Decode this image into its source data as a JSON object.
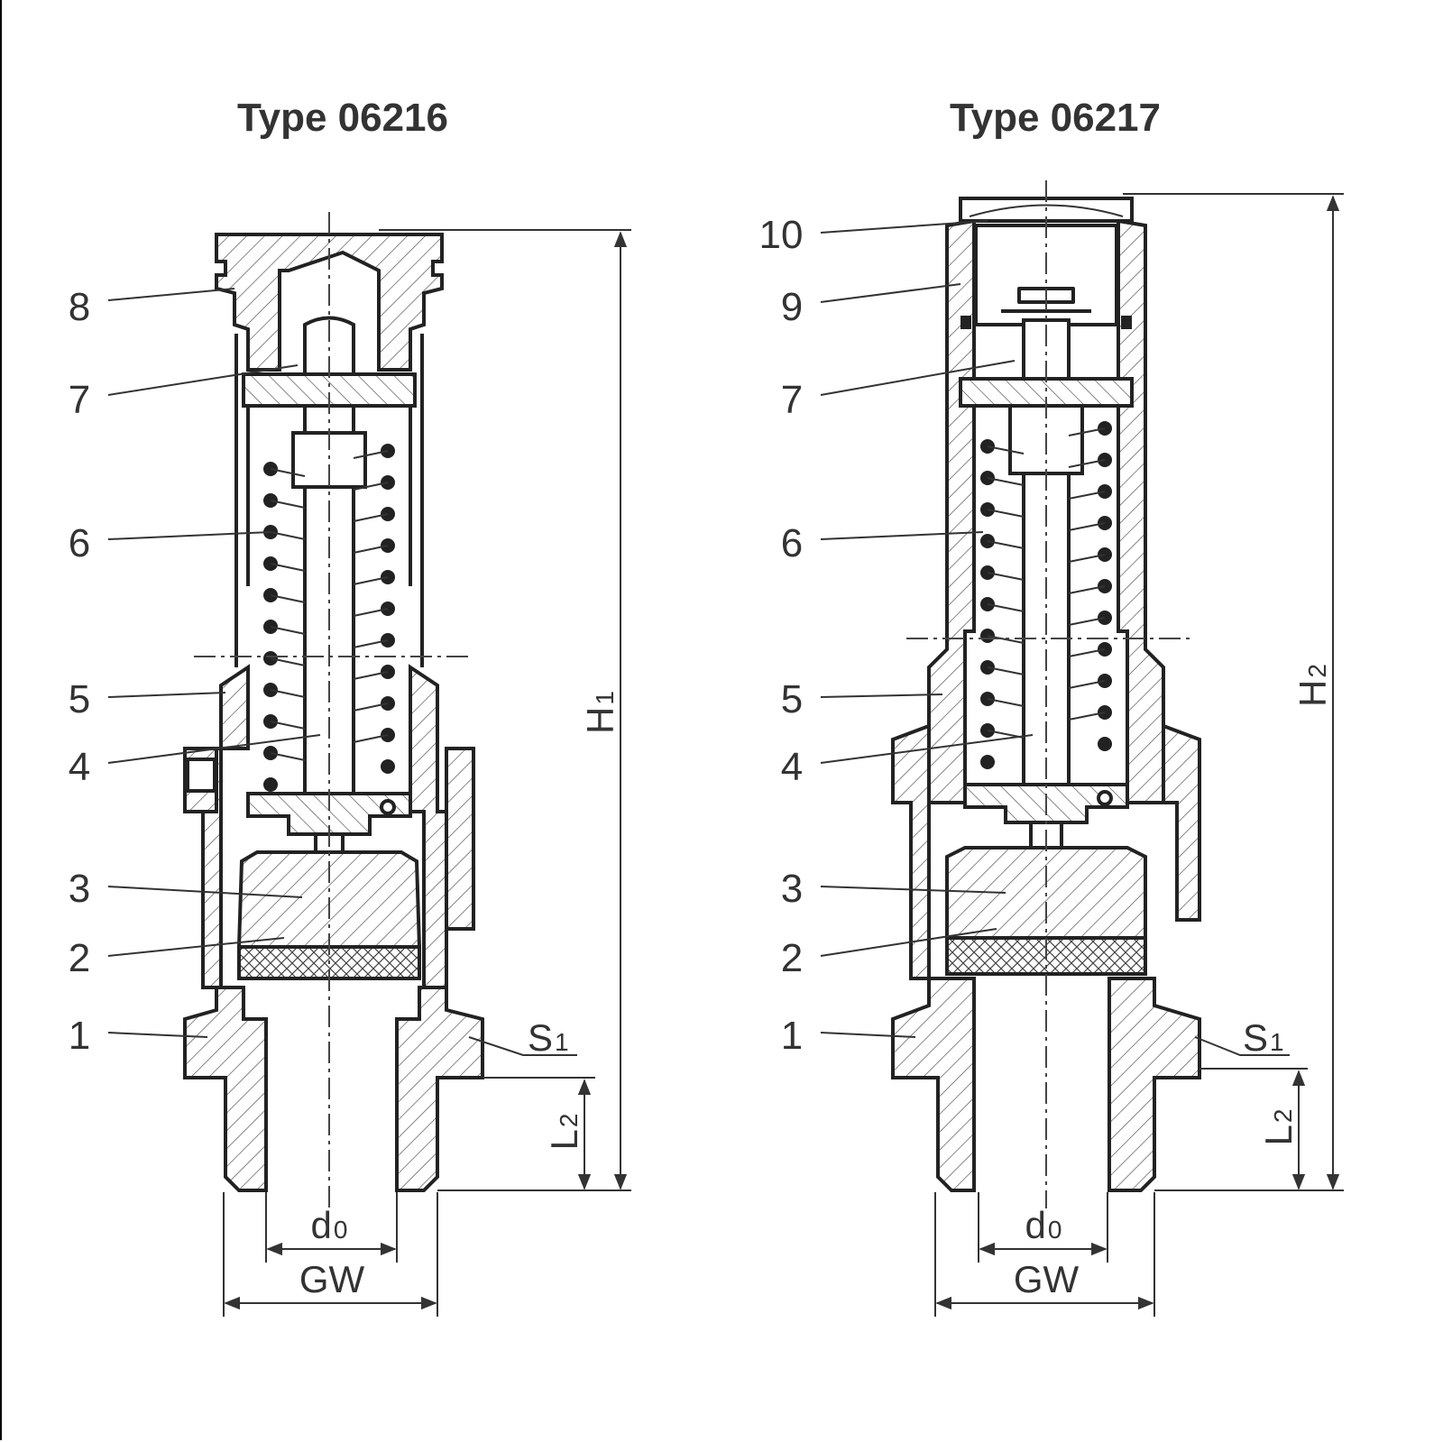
{
  "left": {
    "title": "Type 06216",
    "labels": [
      "8",
      "7",
      "6",
      "5",
      "4",
      "3",
      "2",
      "1"
    ],
    "dims": {
      "h": "H",
      "h_sub": "1",
      "l": "L",
      "l_sub": "2",
      "s": "S",
      "s_sub": "1",
      "d": "d",
      "d_sub": "0",
      "gw": "GW"
    }
  },
  "right": {
    "title": "Type 06217",
    "labels": [
      "10",
      "9",
      "7",
      "6",
      "5",
      "4",
      "3",
      "2",
      "1"
    ],
    "dims": {
      "h": "H",
      "h_sub": "2",
      "l": "L",
      "l_sub": "2",
      "s": "S",
      "s_sub": "1",
      "d": "d",
      "d_sub": "0",
      "gw": "GW"
    }
  }
}
